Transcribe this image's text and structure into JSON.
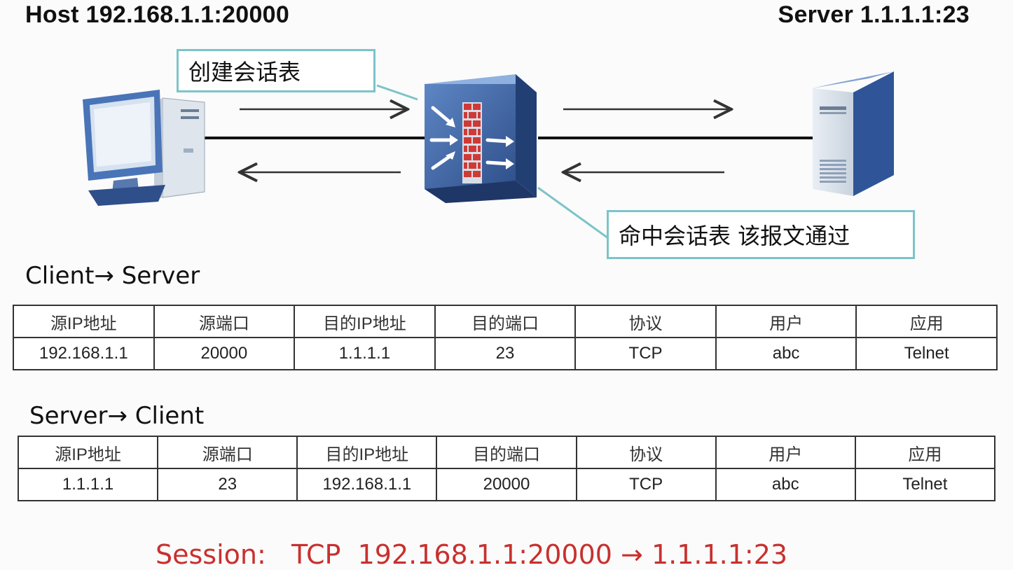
{
  "host_title": "Host 192.168.1.1:20000",
  "server_title": "Server 1.1.1.1:23",
  "callout_create": "创建会话表",
  "callout_hit": "命中会话表 该报文通过",
  "icons": [
    "computer-icon",
    "firewall-icon",
    "server-icon"
  ],
  "colors": {
    "callout_border": "#7cc4c8",
    "session_text": "#c8302e",
    "device_blue": "#3b5f9c"
  },
  "client_to_server": {
    "label": "Client→ Server",
    "headers": [
      "源IP地址",
      "源端口",
      "目的IP地址",
      "目的端口",
      "协议",
      "用户",
      "应用"
    ],
    "row": [
      "192.168.1.1",
      "20000",
      "1.1.1.1",
      "23",
      "TCP",
      "abc",
      "Telnet"
    ]
  },
  "server_to_client": {
    "label": "Server→ Client",
    "headers": [
      "源IP地址",
      "源端口",
      "目的IP地址",
      "目的端口",
      "协议",
      "用户",
      "应用"
    ],
    "row": [
      "1.1.1.1",
      "23",
      "192.168.1.1",
      "20000",
      "TCP",
      "abc",
      "Telnet"
    ]
  },
  "session": "Session:   TCP  192.168.1.1:20000 → 1.1.1.1:23"
}
